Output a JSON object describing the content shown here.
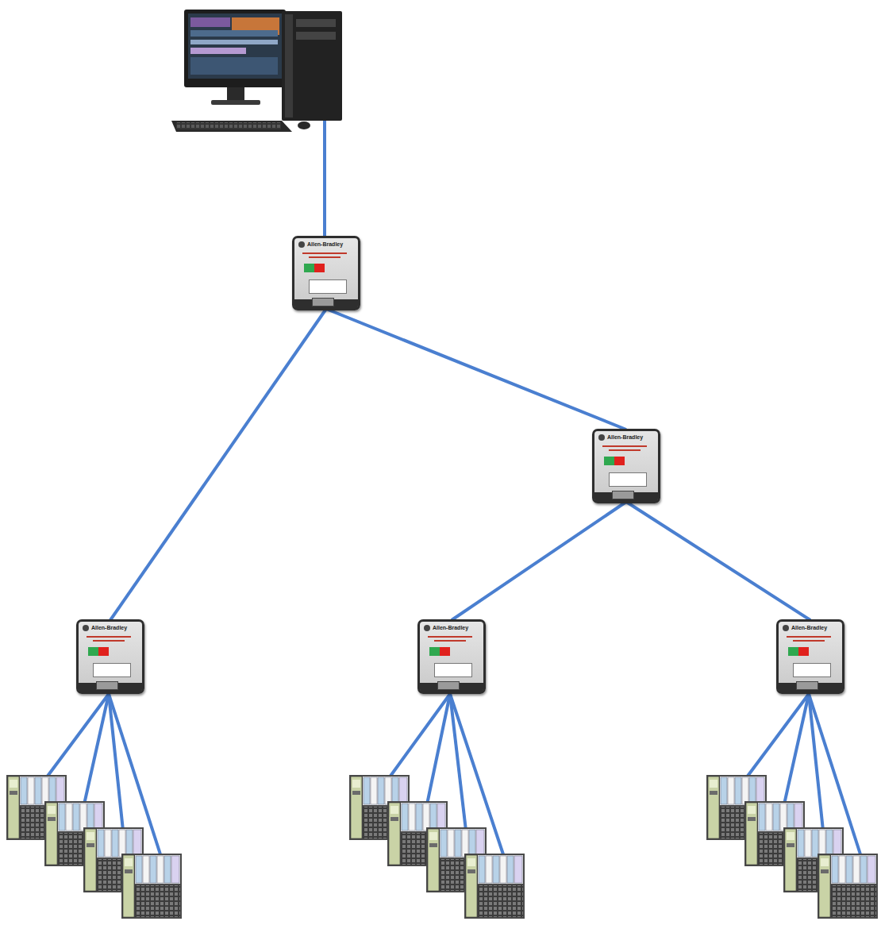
{
  "diagram": {
    "nodes": [
      {
        "text": [
          "Allen-Bradley"
        ]
      },
      {
        "text": [
          "Allen-Bradley"
        ]
      },
      {
        "text": [
          "Allen-Bradley"
        ]
      },
      {
        "text": [
          "Allen-Bradley"
        ]
      },
      {
        "text": [
          "Allen-Bradley"
        ]
      }
    ],
    "edges": [
      {
        "from": 0,
        "to": 2,
        "arrow": "none"
      },
      {
        "from": 0,
        "to": 1,
        "arrow": "none"
      },
      {
        "from": 1,
        "to": 3,
        "arrow": "none"
      },
      {
        "from": 1,
        "to": 4,
        "arrow": "none"
      }
    ]
  }
}
